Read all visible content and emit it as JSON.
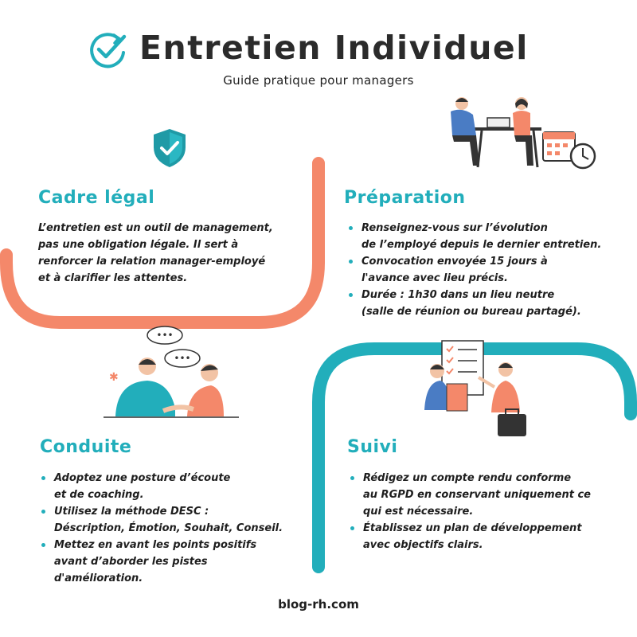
{
  "header": {
    "title": "Entretien Individuel",
    "subtitle": "Guide pratique pour managers",
    "logo_icon": "check-circle-icon"
  },
  "colors": {
    "accent_teal": "#22AEBB",
    "accent_orange": "#F4886A",
    "text": "#1E1E1E"
  },
  "sections": {
    "cadre": {
      "title": "Cadre légal",
      "lines": [
        "L’entretien est un outil de management,",
        "pas une obligation légale. Il sert à",
        "renforcer la relation manager-employé",
        "et à clarifier les attentes."
      ]
    },
    "preparation": {
      "title": "Préparation",
      "items": [
        [
          "Renseignez-vous sur l’évolution",
          "de l’employé depuis le dernier entretien."
        ],
        [
          "Convocation envoyée 15 jours à",
          "l'avance avec lieu précis."
        ],
        [
          "Durée : 1h30 dans un lieu neutre",
          "(salle de réunion ou bureau partagé)."
        ]
      ]
    },
    "conduite": {
      "title": "Conduite",
      "items": [
        [
          "Adoptez une posture d’écoute",
          "et de coaching."
        ],
        [
          "Utilisez la méthode DESC :",
          "Déscription, Émotion, Souhait, Conseil."
        ],
        [
          "Mettez en avant les points positifs",
          "avant d’aborder les pistes",
          "d'amélioration."
        ]
      ]
    },
    "suivi": {
      "title": "Suivi",
      "items": [
        [
          "Rédigez un compte rendu conforme",
          "au RGPD en conservant uniquement ce",
          "qui est nécessaire."
        ],
        [
          "Établissez un plan de développement",
          "avec objectifs clairs."
        ]
      ]
    }
  },
  "footer": {
    "site": "blog-rh.com"
  }
}
